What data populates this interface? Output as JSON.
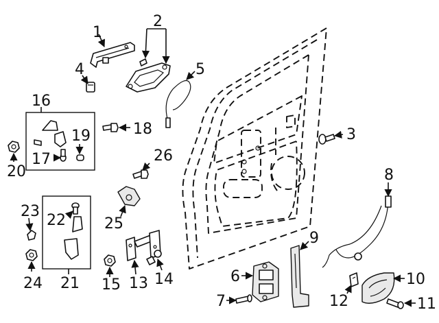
{
  "callouts": [
    {
      "id": "c1",
      "text": "1"
    },
    {
      "id": "c2",
      "text": "2"
    },
    {
      "id": "c3",
      "text": "3"
    },
    {
      "id": "c4",
      "text": "4"
    },
    {
      "id": "c5",
      "text": "5"
    },
    {
      "id": "c6",
      "text": "6"
    },
    {
      "id": "c7",
      "text": "7"
    },
    {
      "id": "c8",
      "text": "8"
    },
    {
      "id": "c9",
      "text": "9"
    },
    {
      "id": "c10",
      "text": "10"
    },
    {
      "id": "c11",
      "text": "11"
    },
    {
      "id": "c12",
      "text": "12"
    },
    {
      "id": "c13",
      "text": "13"
    },
    {
      "id": "c14",
      "text": "14"
    },
    {
      "id": "c15",
      "text": "15"
    },
    {
      "id": "c16",
      "text": "16"
    },
    {
      "id": "c17",
      "text": "17"
    },
    {
      "id": "c18",
      "text": "18"
    },
    {
      "id": "c19",
      "text": "19"
    },
    {
      "id": "c20",
      "text": "20"
    },
    {
      "id": "c21",
      "text": "21"
    },
    {
      "id": "c22",
      "text": "22"
    },
    {
      "id": "c23",
      "text": "23"
    },
    {
      "id": "c24",
      "text": "24"
    },
    {
      "id": "c25",
      "text": "25"
    },
    {
      "id": "c26",
      "text": "26"
    }
  ],
  "colors": {
    "ink": "#111111",
    "background": "#ffffff",
    "part_shade": "#e9e9e9"
  }
}
